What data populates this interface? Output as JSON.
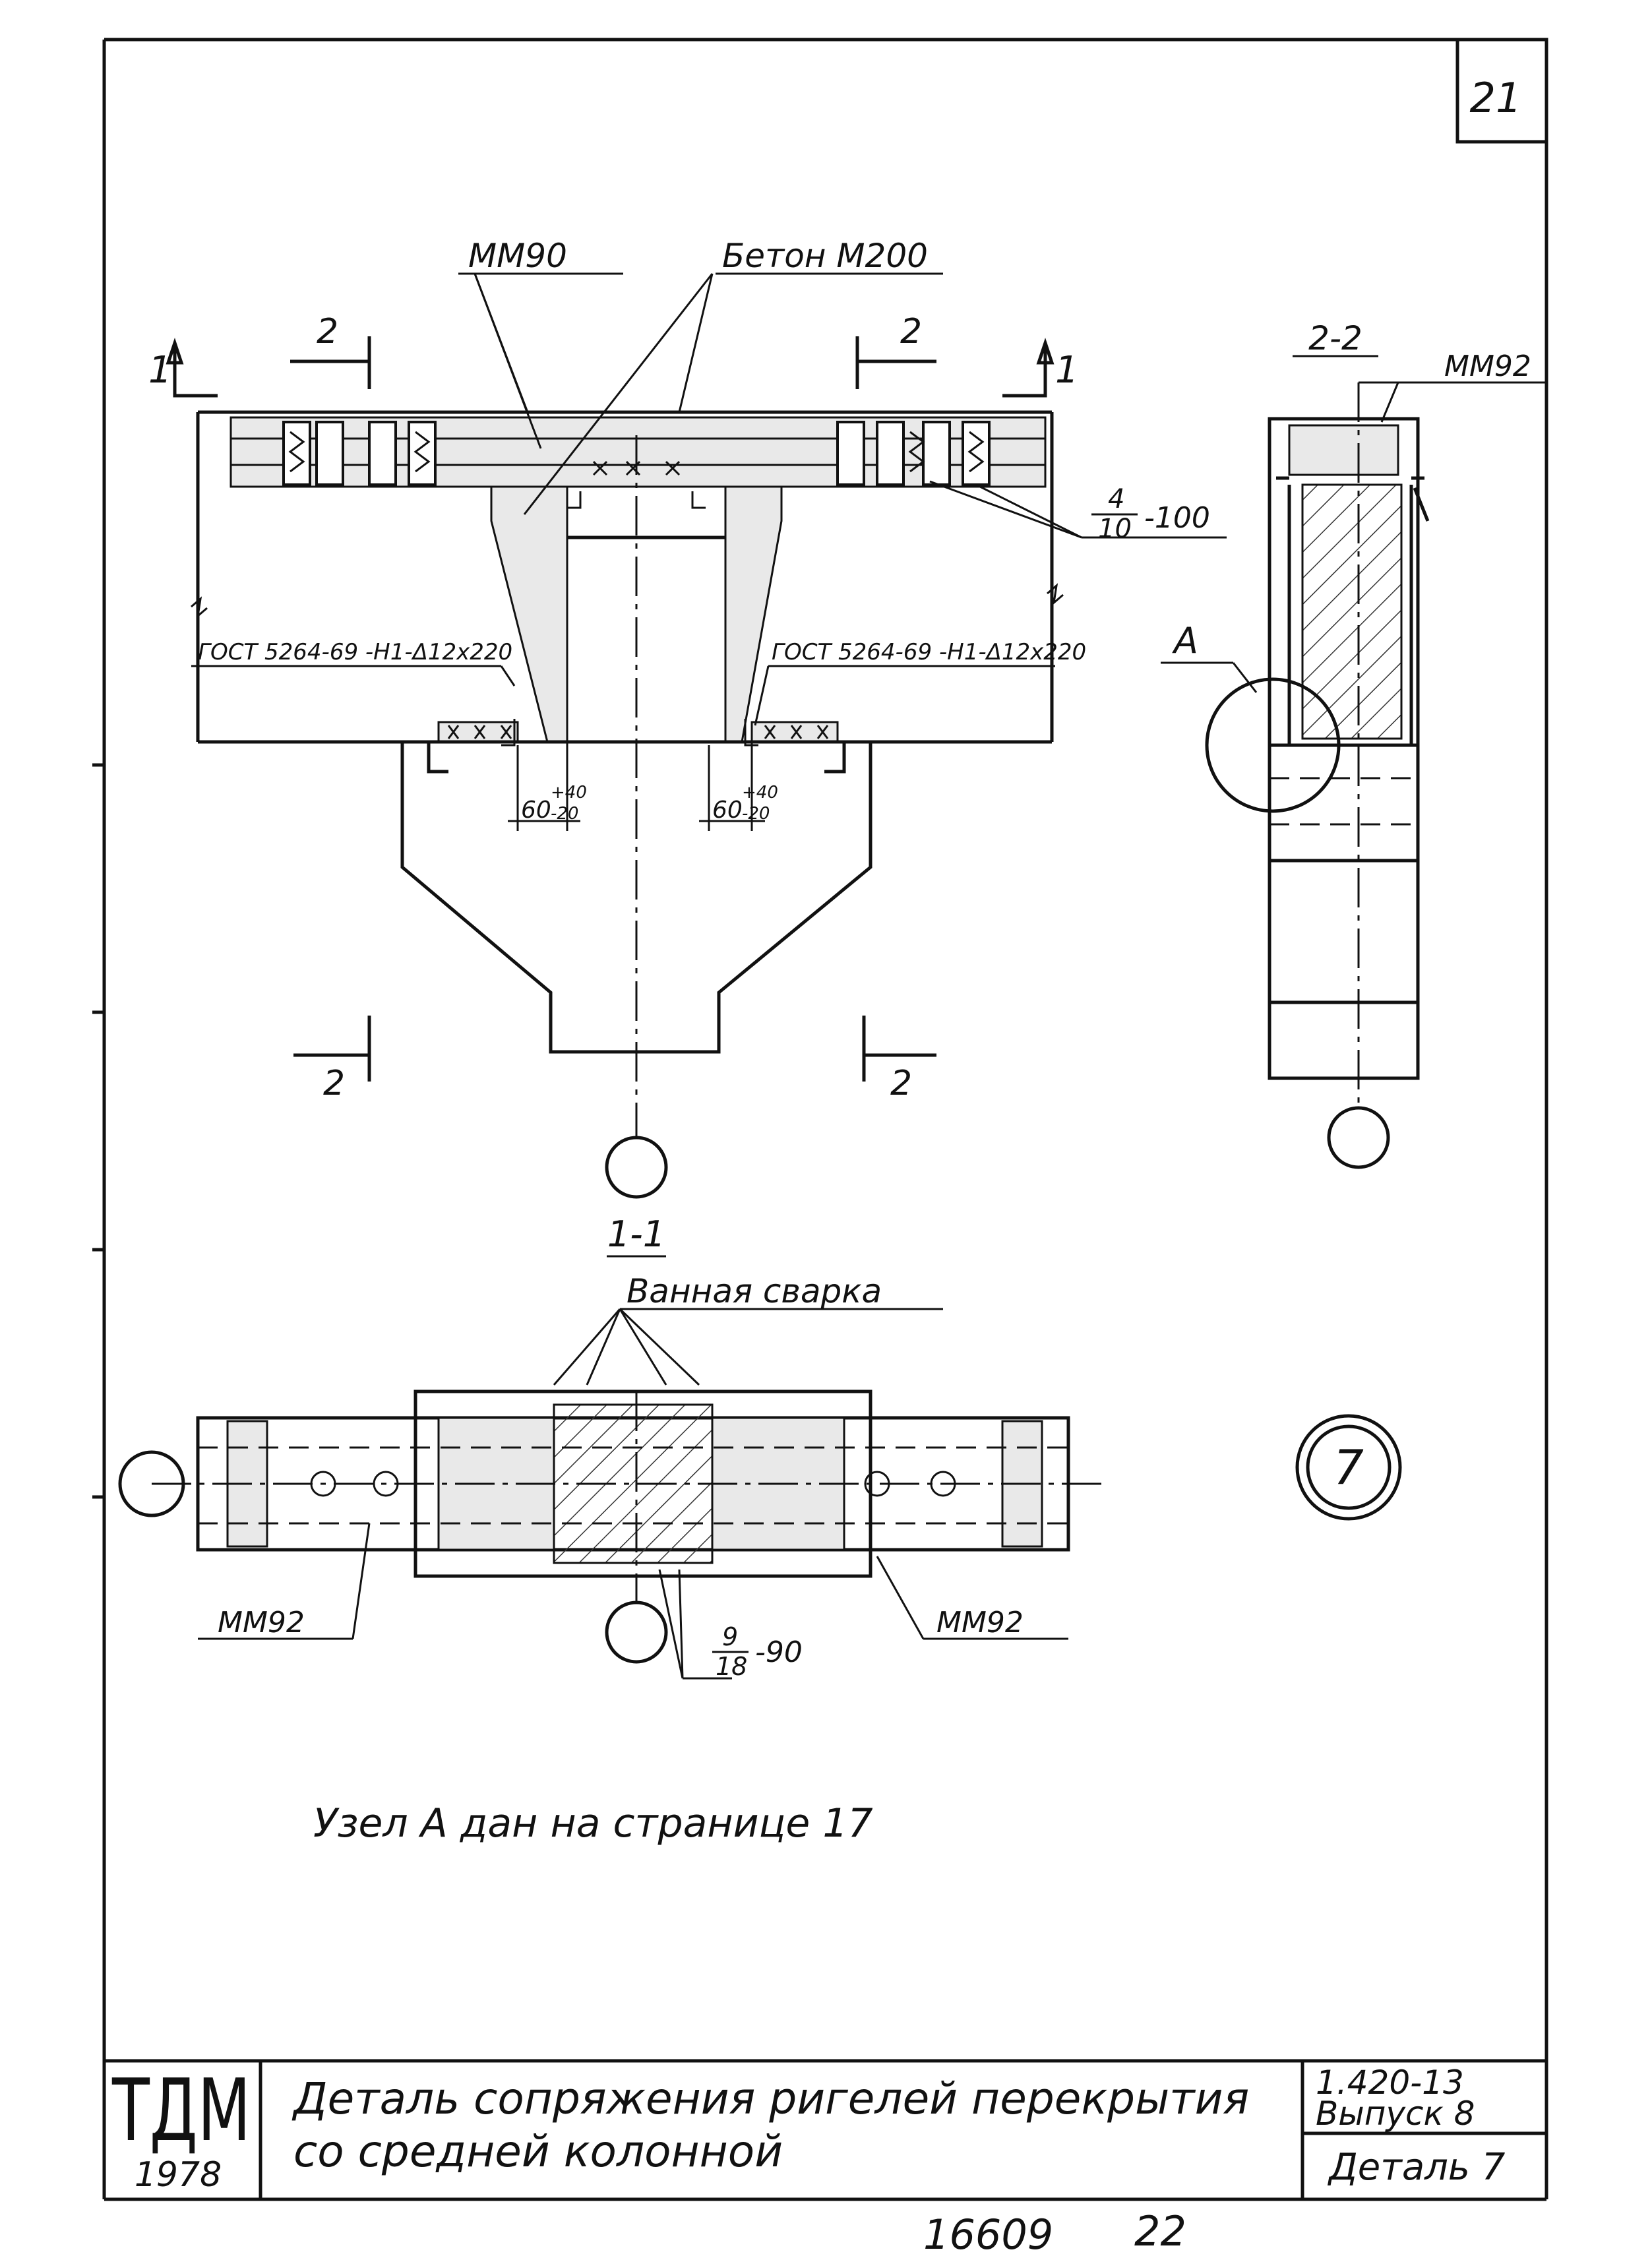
{
  "sheet": {
    "page_number": "21",
    "stamp": {
      "logo": "ТДМ",
      "year": "1978"
    },
    "title_line1": "Деталь сопряжения ригелей перекрытия",
    "title_line2": "со средней колонной",
    "doc_code": "1.420-13",
    "issue": "Выпуск 8",
    "detail": "Деталь 7",
    "inventory": "16609",
    "inventory_page": "22"
  },
  "elevation": {
    "label_mm90": "ММ90",
    "label_concrete": "Бетон М200",
    "label_section_1_left": "1",
    "label_section_1_right": "1",
    "label_section_2_tl": "2",
    "label_section_2_tr": "2",
    "label_section_2_bl": "2",
    "label_section_2_br": "2",
    "gost_left": "ГОСТ 5264-69 -Н1-Δ12х220",
    "gost_right": "ГОСТ 5264-69 -Н1-Δ12х220",
    "rebar_top": "4",
    "rebar_bottom": "10",
    "rebar_length": "-100",
    "dim_left_main": "60",
    "dim_left_sup": "+40",
    "dim_left_sub": "-20",
    "dim_right_main": "60",
    "dim_right_sup": "+40",
    "dim_right_sub": "-20"
  },
  "section_2_2": {
    "title": "2-2",
    "label_mm92": "ММ92",
    "node_label": "А"
  },
  "section_1_1": {
    "title": "1-1",
    "label_weld": "Ванная сварка",
    "label_mm92_left": "ММ92",
    "label_mm92_right": "ММ92",
    "rebar_top": "9",
    "rebar_bottom": "18",
    "rebar_length": "-90"
  },
  "detail_marker": "7",
  "note": "Узел А дан на странице 17"
}
